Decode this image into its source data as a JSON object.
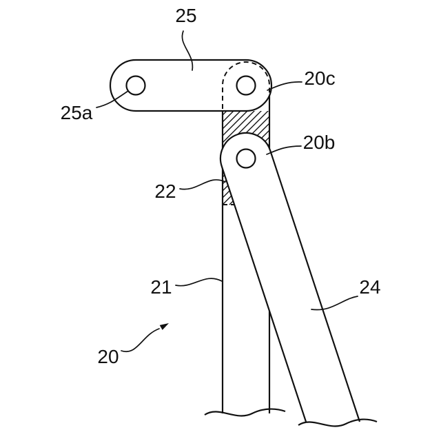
{
  "figure": {
    "labels": {
      "part25": "25",
      "part25a": "25a",
      "part20c": "20c",
      "part20b": "20b",
      "part22": "22",
      "part21": "21",
      "part24": "24",
      "part20": "20"
    },
    "colors": {
      "line": "#111111",
      "background": "#ffffff"
    }
  }
}
